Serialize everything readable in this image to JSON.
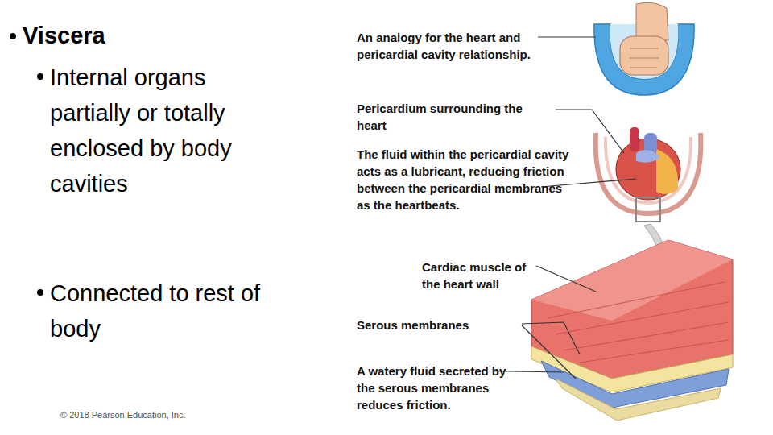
{
  "diagram": {
    "labels": [
      "Viscera",
      "Internal organs partially or totally enclosed by body cavities",
      "Connected to rest of body",
      "© 2018 Pearson Education, Inc.",
      "An analogy for the heart and pericardial cavity relationship.",
      "Pericardium surrounding the heart",
      "The fluid within the pericardial cavity acts as a lubricant, reducing friction between the pericardial membranes as the heartbeats.",
      "Cardiac muscle of the heart wall",
      "Serous membranes",
      "A watery fluid secreted by the serous membranes reduces friction."
    ]
  }
}
